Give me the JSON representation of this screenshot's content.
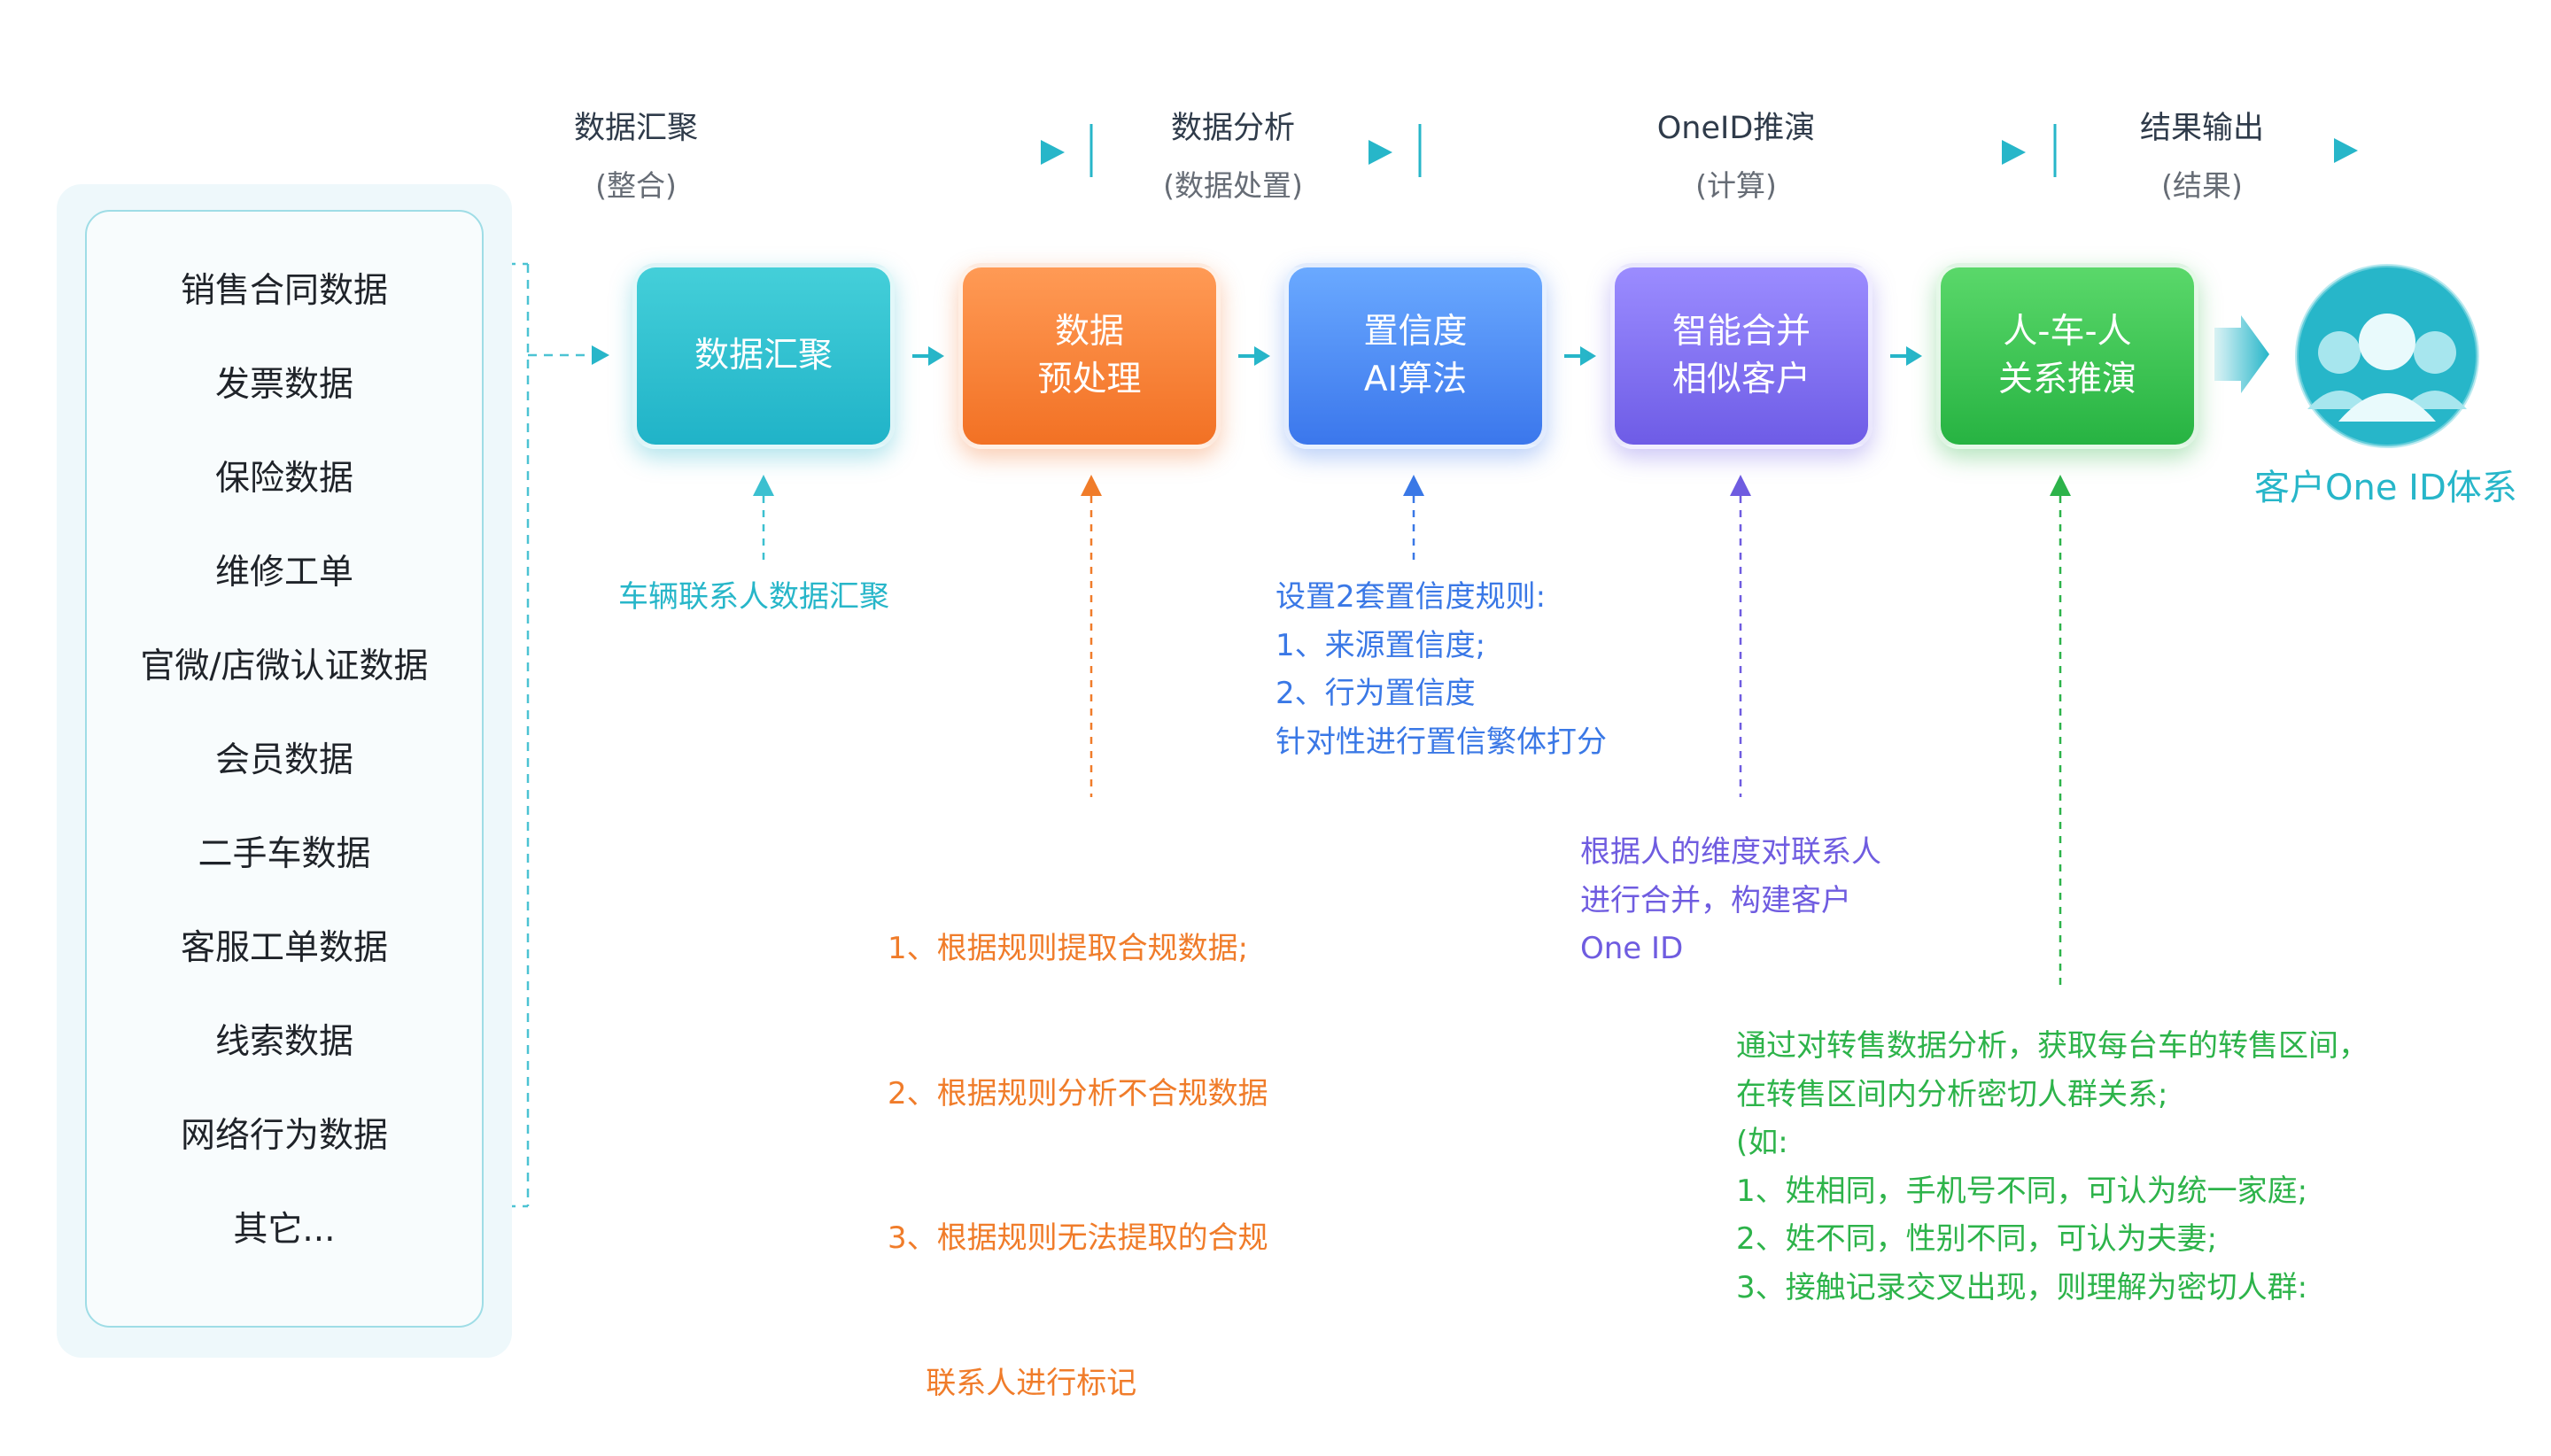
{
  "stages": [
    {
      "title": "数据汇聚",
      "subtitle": "(整合)"
    },
    {
      "title": "数据分析",
      "subtitle": "(数据处置)"
    },
    {
      "title": "OneID推演",
      "subtitle": "(计算)"
    },
    {
      "title": "结果输出",
      "subtitle": "(结果)"
    }
  ],
  "sources": [
    "销售合同数据",
    "发票数据",
    "保险数据",
    "维修工单",
    "官微/店微认证数据",
    "会员数据",
    "二手车数据",
    "客服工单数据",
    "线索数据",
    "网络行为数据",
    "其它..."
  ],
  "steps": [
    {
      "line1": "数据汇聚",
      "line2": ""
    },
    {
      "line1": "数据",
      "line2": "预处理"
    },
    {
      "line1": "置信度",
      "line2": "AI算法"
    },
    {
      "line1": "智能合并",
      "line2": "相似客户"
    },
    {
      "line1": "人-车-人",
      "line2": "关系推演"
    }
  ],
  "notes": {
    "aggregation": [
      "车辆联系人数据汇聚"
    ],
    "preprocess": [
      "1、根据规则提取合规数据;",
      "2、根据规则分析不合规数据",
      "3、根据规则无法提取的合规",
      "    联系人进行标记"
    ],
    "confidence": [
      "设置2套置信度规则:",
      "1、来源置信度;",
      "2、行为置信度",
      "针对性进行置信繁体打分"
    ],
    "merge": [
      "根据人的维度对联系人",
      "进行合并，构建客户",
      "One ID"
    ],
    "relation": [
      "通过对转售数据分析，获取每台车的转售区间，",
      "在转售区间内分析密切人群关系;",
      "(如:",
      "1、姓相同，手机号不同，可认为统一家庭;",
      "2、姓不同，性别不同，可认为夫妻;",
      "3、接触记录交叉出现，则理解为密切人群:"
    ]
  },
  "result": {
    "label": "客户One ID体系",
    "icon": "users-icon"
  },
  "colors": {
    "teal": "#27b6c9",
    "orange": "#f07c2a",
    "blue": "#3a78e6",
    "purple": "#6f5ce0",
    "green": "#2db34a"
  }
}
